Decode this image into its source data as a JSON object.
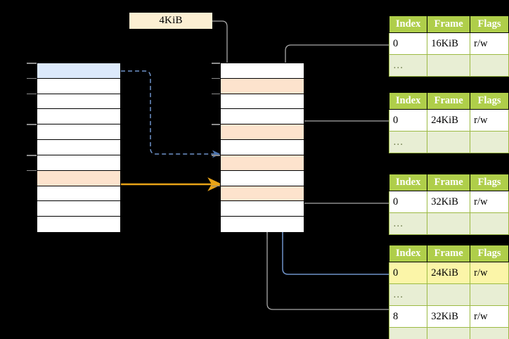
{
  "diagram": {
    "title_box": {
      "label": "4KiB"
    },
    "left_column": {
      "name": "virtual-address-space",
      "rows": [
        {
          "fill": "blue"
        },
        {
          "fill": "white"
        },
        {
          "fill": "white"
        },
        {
          "fill": "white"
        },
        {
          "fill": "white"
        },
        {
          "fill": "white"
        },
        {
          "fill": "white"
        },
        {
          "fill": "peach"
        },
        {
          "fill": "white"
        },
        {
          "fill": "white"
        },
        {
          "fill": "white"
        }
      ]
    },
    "middle_column": {
      "name": "physical-memory",
      "rows": [
        {
          "fill": "white"
        },
        {
          "fill": "peach"
        },
        {
          "fill": "white"
        },
        {
          "fill": "white"
        },
        {
          "fill": "peach"
        },
        {
          "fill": "white"
        },
        {
          "fill": "peach"
        },
        {
          "fill": "white"
        },
        {
          "fill": "peach"
        },
        {
          "fill": "white"
        },
        {
          "fill": "white"
        }
      ]
    },
    "page_tables": [
      {
        "name": "page-table-level-1",
        "headers": [
          "Index",
          "Frame",
          "Flags"
        ],
        "rows": [
          {
            "cells": [
              "0",
              "16KiB",
              "r/w"
            ],
            "ellipsis": false,
            "highlight": [
              false,
              false,
              false
            ]
          },
          {
            "cells": [
              "…",
              "",
              ""
            ],
            "ellipsis": true,
            "highlight": [
              false,
              false,
              false
            ]
          }
        ]
      },
      {
        "name": "page-table-level-2",
        "headers": [
          "Index",
          "Frame",
          "Flags"
        ],
        "rows": [
          {
            "cells": [
              "0",
              "24KiB",
              "r/w"
            ],
            "ellipsis": false,
            "highlight": [
              false,
              false,
              false
            ]
          },
          {
            "cells": [
              "…",
              "",
              ""
            ],
            "ellipsis": true,
            "highlight": [
              false,
              false,
              false
            ]
          }
        ]
      },
      {
        "name": "page-table-level-3",
        "headers": [
          "Index",
          "Frame",
          "Flags"
        ],
        "rows": [
          {
            "cells": [
              "0",
              "32KiB",
              "r/w"
            ],
            "ellipsis": false,
            "highlight": [
              false,
              false,
              false
            ]
          },
          {
            "cells": [
              "…",
              "",
              ""
            ],
            "ellipsis": true,
            "highlight": [
              false,
              false,
              false
            ]
          }
        ]
      },
      {
        "name": "page-table-level-4",
        "headers": [
          "Index",
          "Frame",
          "Flags"
        ],
        "rows": [
          {
            "cells": [
              "0",
              "24KiB",
              "r/w"
            ],
            "ellipsis": false,
            "highlight": [
              true,
              true,
              true
            ]
          },
          {
            "cells": [
              "…",
              "",
              ""
            ],
            "ellipsis": true,
            "highlight": [
              false,
              false,
              false
            ]
          },
          {
            "cells": [
              "8",
              "32KiB",
              "r/w"
            ],
            "ellipsis": false,
            "highlight": [
              false,
              false,
              false
            ]
          },
          {
            "cells": [
              "…",
              "",
              ""
            ],
            "ellipsis": true,
            "highlight": [
              false,
              false,
              false
            ]
          }
        ]
      }
    ],
    "colors": {
      "header_green": "#afce4a",
      "ellipsis_row": "#e8eed4",
      "highlight_yellow": "#fbf5a8",
      "blue_block": "#dce9fb",
      "peach_block": "#fde3cd",
      "size_box": "#fcefd2",
      "orange_arrow": "#e8a317",
      "blue_arrow": "#6f93c9",
      "gray_arrow": "#bcbcbc",
      "wire_gray": "#a8a8a8"
    }
  }
}
